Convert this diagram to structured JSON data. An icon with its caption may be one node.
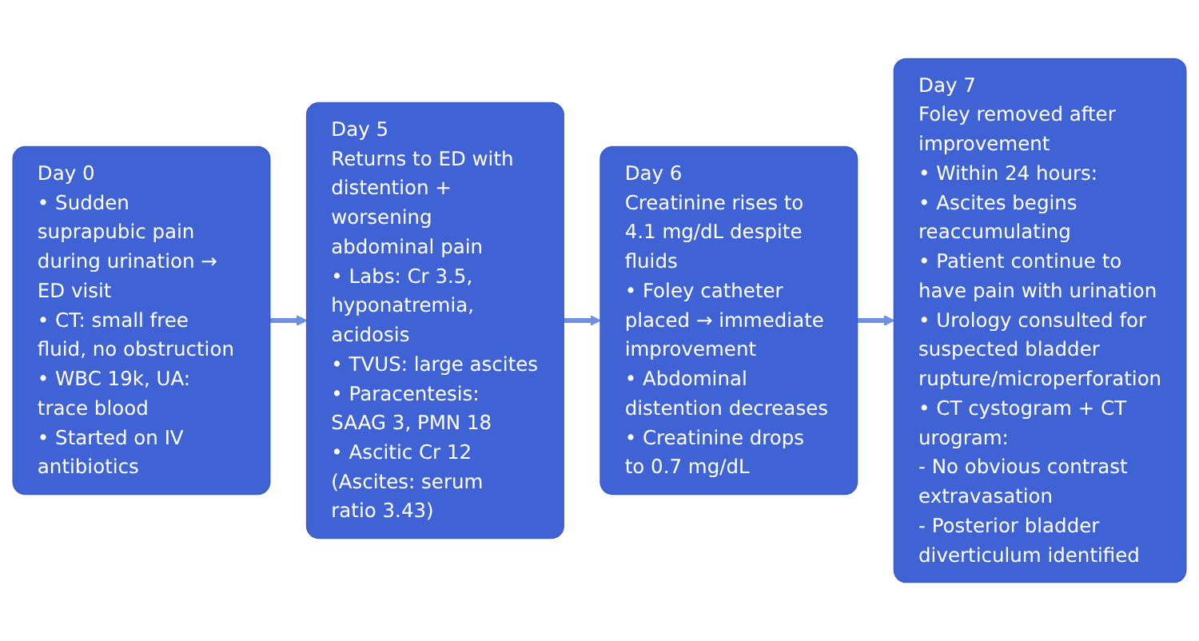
{
  "diagram": {
    "nodes": [
      {
        "text": [
          "Day 0",
          "• Sudden suprapubic pain during urination → ED visit",
          "• CT: small free fluid, no obstruction",
          "• WBC 19k, UA: trace blood",
          "• Started on IV antibiotics"
        ]
      },
      {
        "text": [
          "Day 5",
          "Returns to ED with distention + worsening abdominal pain",
          "• Labs: Cr 3.5, hyponatremia, acidosis",
          "• TVUS: large ascites",
          "• Paracentesis: SAAG 3, PMN 18",
          "• Ascitic Cr 12 (Ascites: serum ratio 3.43)"
        ]
      },
      {
        "text": [
          "Day 6",
          "Creatinine rises to 4.1 mg/dL despite fluids",
          "• Foley catheter placed → immediate improvement",
          "• Abdominal distention decreases",
          "• Creatinine drops to 0.7 mg/dL"
        ]
      },
      {
        "text": [
          "Day 7",
          "Foley removed after improvement",
          "• Within 24 hours:",
          "• Ascites begins reaccumulating",
          "• Patient continue to have pain with urination",
          "• Urology consulted for suspected bladder rupture/microperforation",
          "• CT cystogram + CT urogram:",
          "- No obvious contrast extravasation",
          "- Posterior bladder diverticulum identified"
        ]
      }
    ],
    "edges": [
      {
        "from": 0,
        "to": 1,
        "arrow": "to"
      },
      {
        "from": 1,
        "to": 2,
        "arrow": "to"
      },
      {
        "from": 2,
        "to": 3,
        "arrow": "to"
      }
    ]
  }
}
